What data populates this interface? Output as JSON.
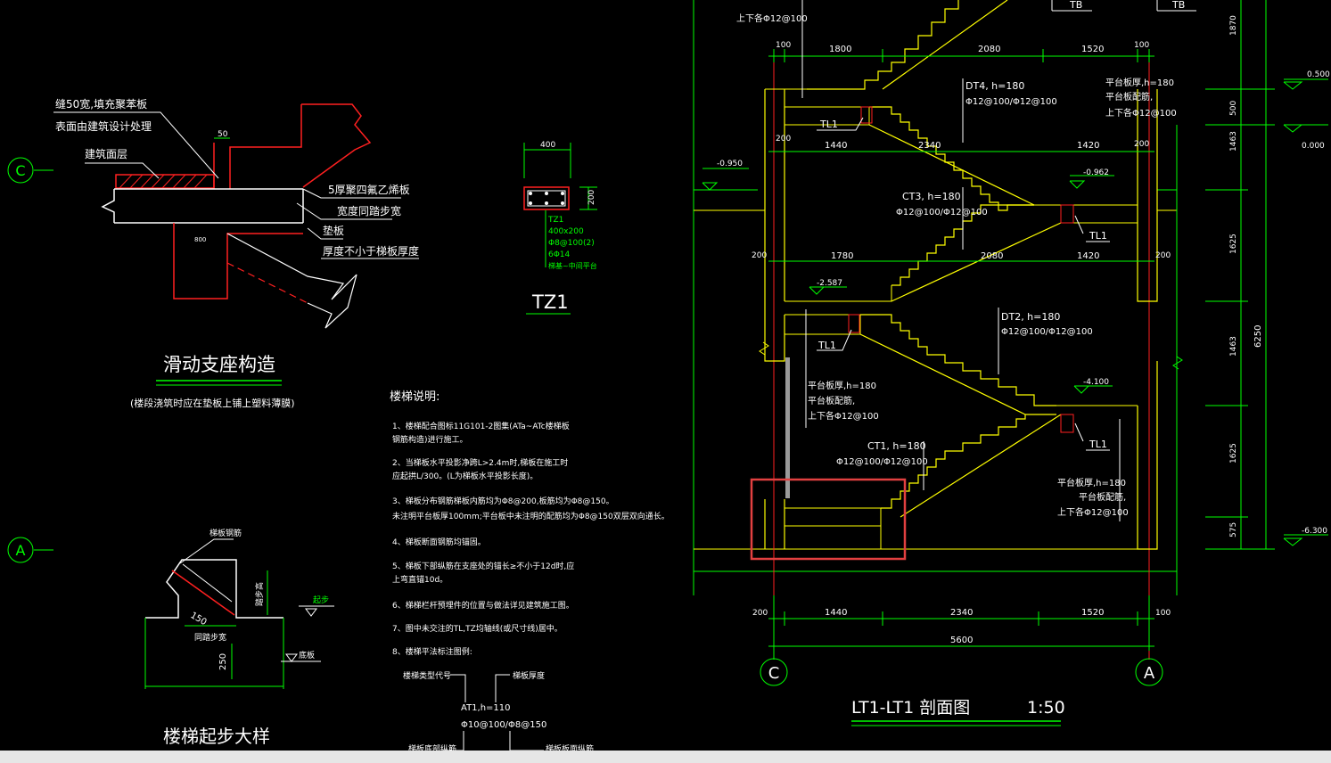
{
  "colors": {
    "background": "#000000",
    "dim": "#00ff00",
    "red": "#ff2020",
    "yellow": "#ffff00",
    "white": "#ffffff",
    "highlight": "#e24040",
    "grey": "#9a9a9a"
  },
  "detail_sliding": {
    "title": "滑动支座构造",
    "note": "(楼段浇筑时应在垫板上铺上塑料薄膜)",
    "label_gap1": "缝50宽,填充聚苯板",
    "label_gap2": "表面由建筑设计处理",
    "label_finish": "建筑面层",
    "label_ptfe": "5厚聚四氟乙烯板",
    "label_width": "宽度同踏步宽",
    "label_pad": "垫板",
    "label_thick": "厚度不小于梯板厚度",
    "dim_50": "50",
    "dim_800": "800"
  },
  "detail_tz1": {
    "title": "TZ1",
    "dim_400": "400",
    "dim_200": "200",
    "spec": [
      "TZ1",
      "400x200",
      "Φ8@100(2)",
      "6Φ14",
      "梯基~中间平台"
    ]
  },
  "detail_start": {
    "title": "楼梯起步大样",
    "label_rebar": "梯板钢筋",
    "label_step_height": "踏步高",
    "label_step_width": "同踏步宽",
    "label_start": "起步",
    "label_bottom": "底板",
    "dim_150": "150",
    "dim_250": "250"
  },
  "notes": {
    "title": "楼梯说明:",
    "items": [
      "1、楼梯配合图标11G101-2图集(ATa~ATc楼梯板",
      "    钢筋构造)进行施工。",
      "2、当梯板水平投影净跨L>2.4m时,梯板在施工时",
      "    应起拱L/300。(L为梯板水平投影长度)。",
      "3、梯板分布钢筋梯板内筋均为Φ8@200,板筋均为Φ8@150。",
      "    未注明平台板厚100mm;平台板中未注明的配筋均为Φ8@150双层双向通长。",
      "4、梯板断面钢筋均锚固。",
      "5、梯板下部纵筋在支座处的锚长≥不小于12d时,应",
      "    上弯直锚10d。",
      "6、梯梯栏杆预埋件的位置与做法详见建筑施工图。",
      "7、图中未交注的TL,TZ均轴线(或尺寸线)居中。",
      "8、楼梯平法标注图例:"
    ],
    "legend_type": "楼梯类型代号",
    "legend_thick": "梯板厚度",
    "legend_code": "AT1,h=110",
    "legend_rebar": "Φ10@100/Φ8@150",
    "legend_bottom": "梯板底部纵筋",
    "legend_top": "梯板板面纵筋"
  },
  "section": {
    "title": "LT1-LT1  剖面图",
    "scale": "1:50",
    "axis_left": "C",
    "axis_right": "A",
    "axis_left_detail": "C",
    "axis_left_detail2": "A",
    "top_dims": [
      "100",
      "1800",
      "2080",
      "1520",
      "100"
    ],
    "row2_dims": [
      "200",
      "1440",
      "2340",
      "1420",
      "200"
    ],
    "row3_dims": [
      "200",
      "1780",
      "2080",
      "1420",
      "200"
    ],
    "bottom_dims": [
      "200",
      "1440",
      "2340",
      "1520",
      "100"
    ],
    "total_dim": "5600",
    "right_dims": [
      "1870",
      "500",
      "1463",
      "1625",
      "1463",
      "1625",
      "575"
    ],
    "right_total": "6250",
    "levels": {
      "l_050": "0.500",
      "l_000": "0.000",
      "l_m0950": "-0.950",
      "l_m0962": "-0.962",
      "l_m2587": "-2.587",
      "l_m4100": "-4.100",
      "l_m6300": "-6.300"
    },
    "flights": {
      "dt4": "DT4, h=180",
      "dt4_r": "Φ12@100/Φ12@100",
      "ct3": "CT3, h=180",
      "ct3_r": "Φ12@100/Φ12@100",
      "dt2": "DT2, h=180",
      "dt2_r": "Φ12@100/Φ12@100",
      "ct1": "CT1, h=180",
      "ct1_r": "Φ12@100/Φ12@100",
      "top_r": "Φ12@100"
    },
    "tl": "TL1",
    "tb": "TB",
    "slab1": "平台板厚,h=180",
    "slab2": "平台板配筋,",
    "slab3": "上下各Φ12@100",
    "top_partial": "上下各Φ12@100"
  }
}
